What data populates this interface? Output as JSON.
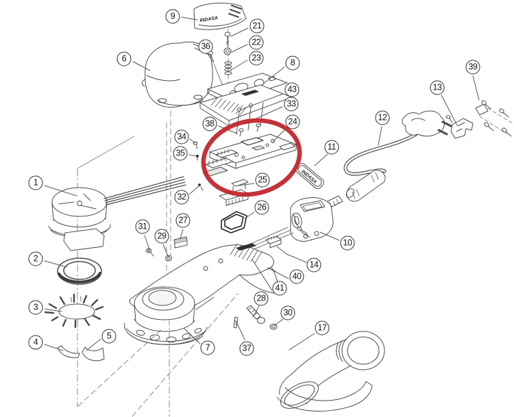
{
  "diagram_title": "exploded-parts-diagram",
  "highlight": {
    "color": "#c1272d"
  },
  "brand": {
    "cover_text": "INDASA",
    "plate_text": "INDASA"
  },
  "callouts": [
    {
      "number": "1"
    },
    {
      "number": "2"
    },
    {
      "number": "3"
    },
    {
      "number": "4"
    },
    {
      "number": "5"
    },
    {
      "number": "6"
    },
    {
      "number": "7"
    },
    {
      "number": "8"
    },
    {
      "number": "9"
    },
    {
      "number": "10"
    },
    {
      "number": "11"
    },
    {
      "number": "12"
    },
    {
      "number": "13"
    },
    {
      "number": "14"
    },
    {
      "number": "17"
    },
    {
      "number": "21"
    },
    {
      "number": "22"
    },
    {
      "number": "23"
    },
    {
      "number": "24"
    },
    {
      "number": "25"
    },
    {
      "number": "26"
    },
    {
      "number": "27"
    },
    {
      "number": "28"
    },
    {
      "number": "29"
    },
    {
      "number": "30"
    },
    {
      "number": "31"
    },
    {
      "number": "32"
    },
    {
      "number": "33"
    },
    {
      "number": "34"
    },
    {
      "number": "35"
    },
    {
      "number": "36"
    },
    {
      "number": "37"
    },
    {
      "number": "38"
    },
    {
      "number": "39"
    },
    {
      "number": "40"
    },
    {
      "number": "41"
    },
    {
      "number": "43"
    }
  ]
}
